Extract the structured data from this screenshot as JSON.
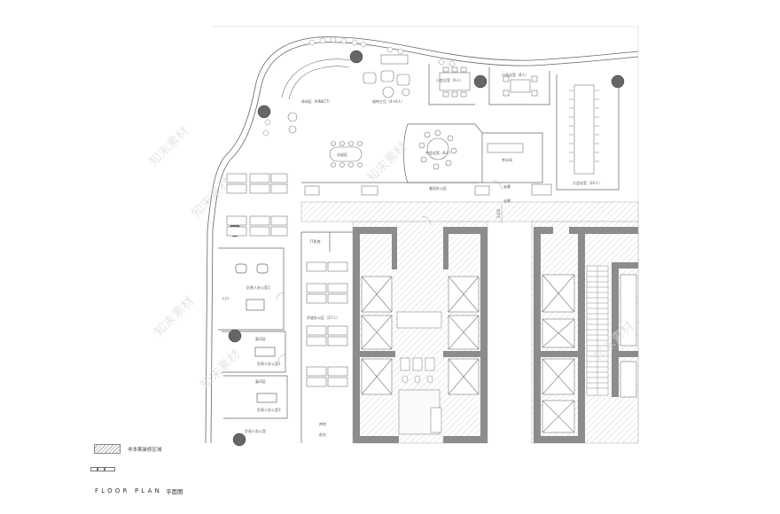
{
  "legend": {
    "label": "非本案装修区域"
  },
  "plan_title": {
    "en": "FLOOR PLAN",
    "cn": "平面图"
  },
  "dimension": "2420",
  "rooms": {
    "kinect": "休闲区（KINECT）",
    "reception_work": "接待工位（4+4人）",
    "small_meeting_1": "小会议室（6人）",
    "small_meeting_2": "小会议室（8人）",
    "mid_meeting": "中会议室（8人）",
    "big_meeting": "大会议室（20人）",
    "lounge": "洽谈区",
    "tea_area": "茶水间",
    "office_area": "备用办公区",
    "corridor_a": "走廊",
    "corridor_b": "走廊",
    "it_room": "IT机房",
    "open_office": "开放办公区（27人）",
    "mgr_office_1": "负责人办公室1",
    "mgr_office_2": "负责人办公室2",
    "mgr_office_3": "负责人办公室3",
    "mgr_office_4": "负责人办公室",
    "print_a": "复印区",
    "print_b": "复印区",
    "storage": "库房",
    "front": "前台",
    "entry": "入口"
  },
  "watermarks": [
    "知末素材",
    "知末素材",
    "知末素材",
    "知末素材",
    "知末素材",
    "知末素材"
  ]
}
